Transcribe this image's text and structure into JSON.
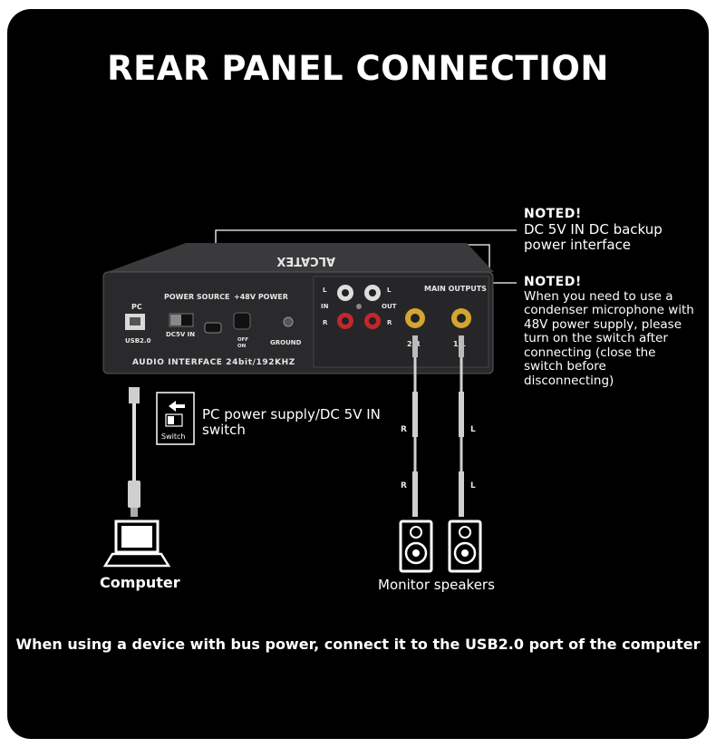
{
  "title": "REAR PANEL CONNECTION",
  "note1": {
    "heading": "NOTED!",
    "text": "DC 5V IN DC backup power interface"
  },
  "note2": {
    "heading": "NOTED!",
    "text": "When you need to use a condenser microphone with 48V power supply, please turn on the switch after connecting (close the switch before disconnecting)"
  },
  "switch_callout": {
    "label": "PC power supply/DC 5V IN switch",
    "icon_label": "Switch"
  },
  "computer_label": "Computer",
  "speakers_label": "Monitor speakers",
  "cable_labels": {
    "r": "R",
    "l": "L"
  },
  "footer": "When using a device with bus power, connect it to the USB2.0 port of the computer",
  "panel": {
    "brand": "ALCATEX",
    "pc": "PC",
    "usb": "USB2.0",
    "power_source": "POWER SOURCE",
    "dc5v_in": "DC5V IN",
    "phantom": "+48V POWER",
    "off": "OFF",
    "on": "ON",
    "ground": "GROUND",
    "l": "L",
    "r": "R",
    "in": "IN",
    "out": "OUT",
    "main_outputs": "MAIN OUTPUTS",
    "out_2r": "2/R",
    "out_1l": "1/L",
    "model": "AUDIO INTERFACE 24bit/192KHZ"
  }
}
